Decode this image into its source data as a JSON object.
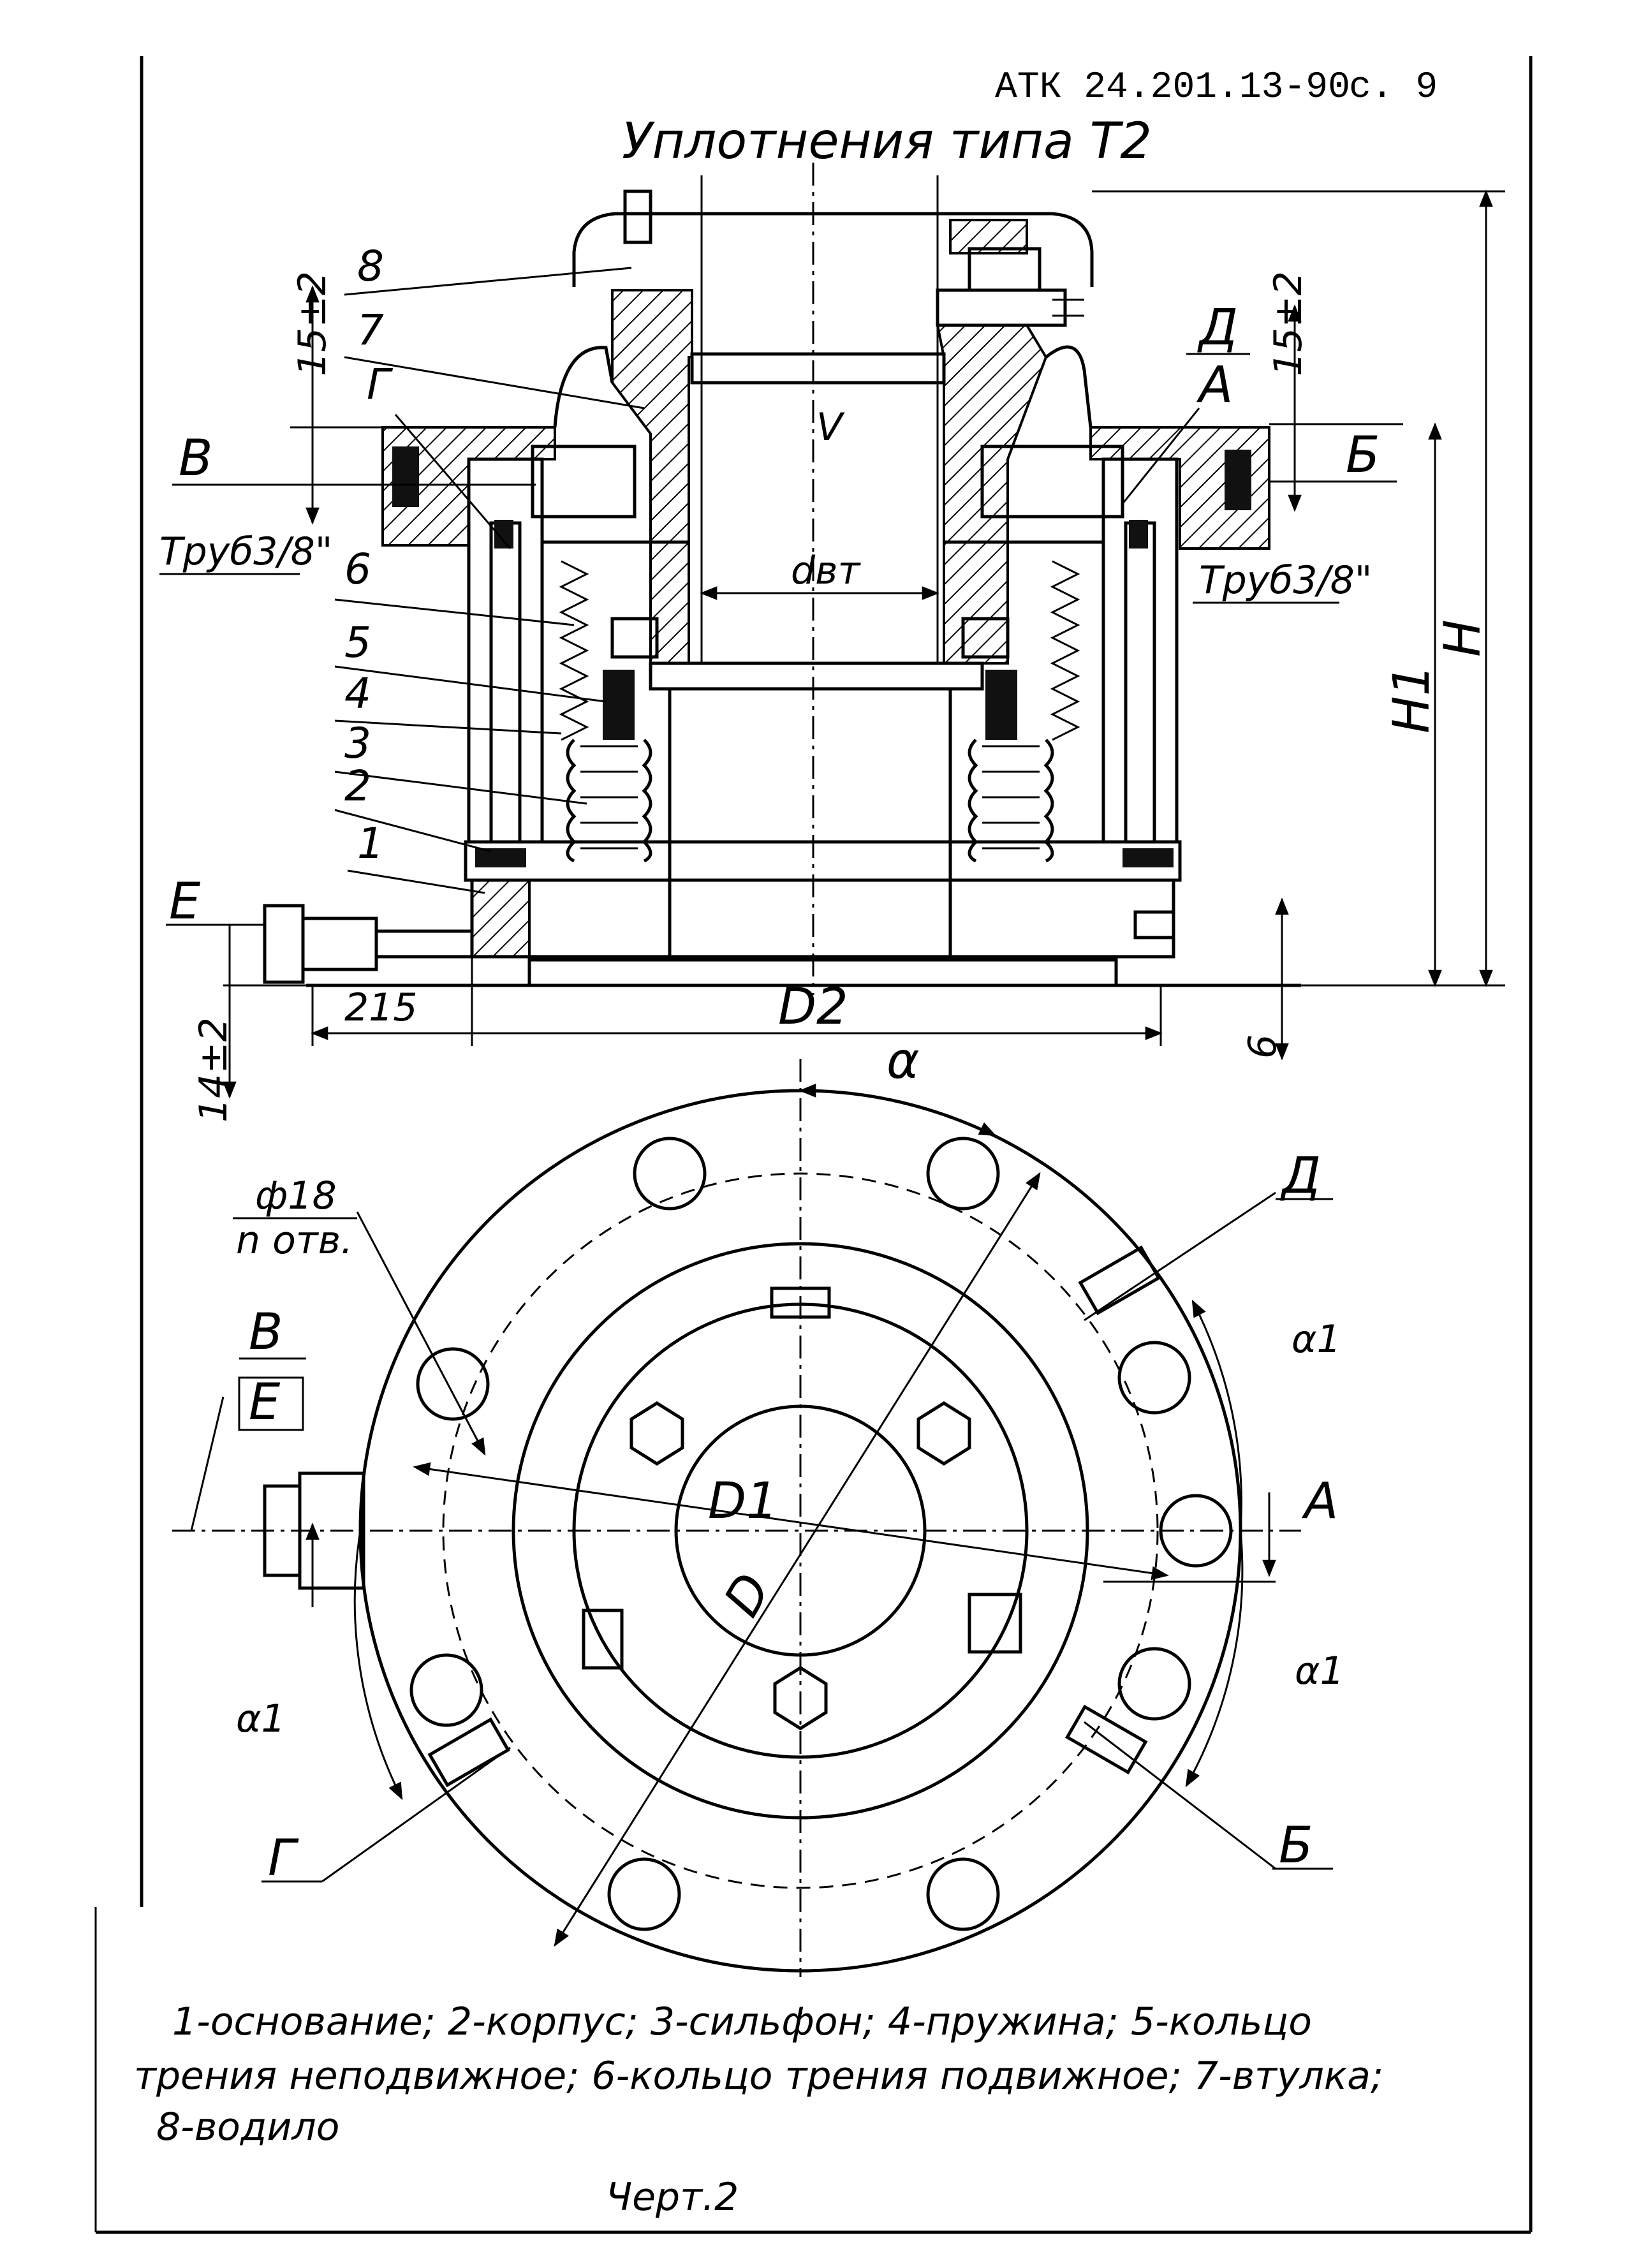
{
  "header": {
    "doc_code": "АТК 24.201.13-90",
    "page_label": "с. 9"
  },
  "title": "Уплотнения типа Т2",
  "section_view": {
    "part_numbers": [
      "1",
      "2",
      "3",
      "4",
      "5",
      "6",
      "7",
      "8"
    ],
    "port_left_top": "В",
    "port_left_bottom": "Е",
    "port_right_top": "А",
    "port_right_mid": "Б",
    "port_top_right": "Д",
    "port_top_left": "Г",
    "pipe_left": "Труб3/8\"",
    "pipe_right": "Труб3/8\"",
    "dim_top_left": "15±2",
    "dim_top_right": "15±2",
    "dim_bottom_left": "14±2",
    "dim_215": "215",
    "dim_D2": "D2",
    "dim_6": "6",
    "dim_H": "H",
    "dim_H1": "H1",
    "dim_dvm": "dвт",
    "center_mark": "V"
  },
  "plan_view": {
    "hole_dim": "ф18",
    "hole_note": "n отв.",
    "alpha": "α",
    "alpha1_a": "α1",
    "alpha1_b": "α1",
    "alpha1_c": "α1",
    "label_D": "Д",
    "label_B": "В",
    "label_E": "Е",
    "label_A": "А",
    "label_G": "Г",
    "label_Bb": "Б",
    "dim_D1": "D1",
    "dim_D": "D"
  },
  "legend": {
    "line1": "1-основание; 2-корпус; 3-сильфон; 4-пружина; 5-кольцо",
    "line2": "трения неподвижное; 6-кольцо трения подвижное; 7-втулка;",
    "line3": "8-водило"
  },
  "caption": "Черт.2"
}
